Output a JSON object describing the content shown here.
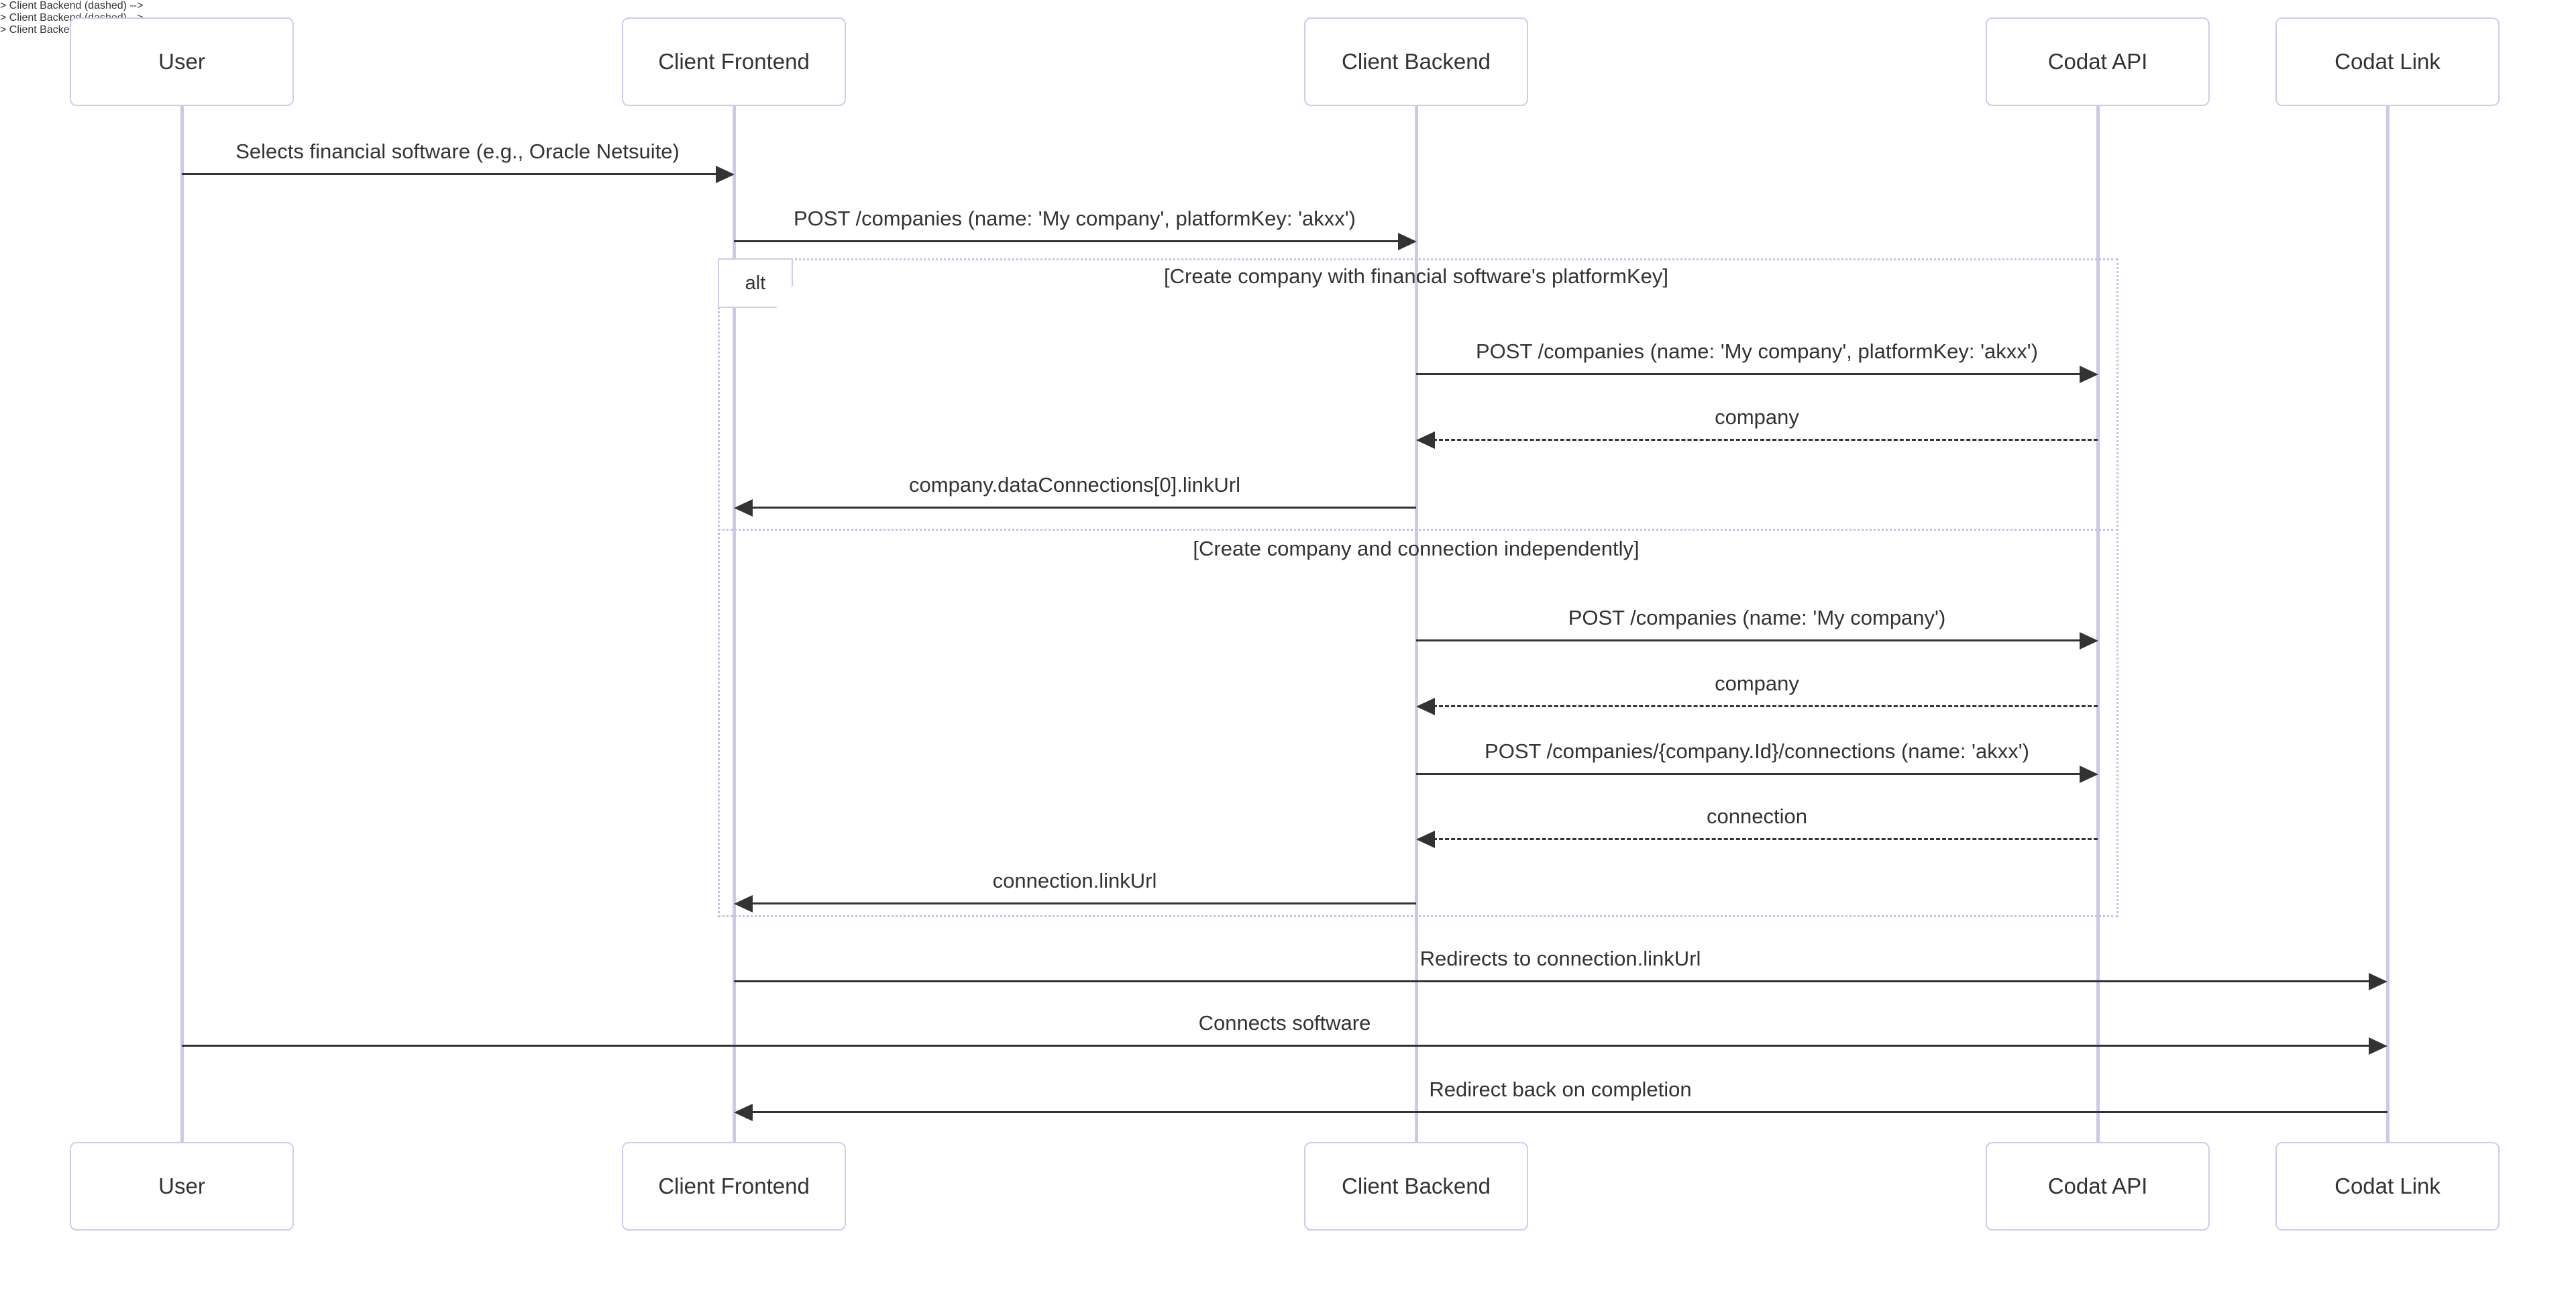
{
  "actors": [
    {
      "label": "User"
    },
    {
      "label": "Client Frontend"
    },
    {
      "label": "Client Backend"
    },
    {
      "label": "Codat API"
    },
    {
      "label": "Codat Link"
    }
  ],
  "alt_frame": {
    "label": "alt",
    "sections": [
      {
        "condition": "[Create company with financial software's platformKey]"
      },
      {
        "condition": "[Create company and connection independently]"
      }
    ]
  },
  "messages": [
    {
      "from": "User",
      "to": "Client Frontend",
      "line": "solid",
      "text": "Selects financial software (e.g., Oracle Netsuite)"
    },
    {
      "from": "Client Frontend",
      "to": "Client Backend",
      "line": "solid",
      "text": "POST /companies (name: 'My company', platformKey: 'akxx')"
    },
    {
      "from": "Client Backend",
      "to": "Codat API",
      "line": "solid",
      "text": "POST /companies (name: 'My company', platformKey: 'akxx')"
    },
    {
      "from": "Codat API",
      "to": "Client Backend",
      "line": "dashed",
      "text": "company"
    },
    {
      "from": "Client Backend",
      "to": "Client Frontend",
      "line": "solid",
      "text": "company.dataConnections[0].linkUrl"
    },
    {
      "from": "Client Backend",
      "to": "Codat API",
      "line": "solid",
      "text": "POST /companies (name: 'My company')"
    },
    {
      "from": "Codat API",
      "to": "Client Backend",
      "line": "dashed",
      "text": "company"
    },
    {
      "from": "Client Backend",
      "to": "Codat API",
      "line": "solid",
      "text": "POST /companies/{company.Id}/connections (name: 'akxx')"
    },
    {
      "from": "Codat API",
      "to": "Client Backend",
      "line": "dashed",
      "text": "connection"
    },
    {
      "from": "Client Backend",
      "to": "Client Frontend",
      "line": "solid",
      "text": "connection.linkUrl"
    },
    {
      "from": "Client Frontend",
      "to": "Codat Link",
      "line": "solid",
      "text": "Redirects to connection.linkUrl"
    },
    {
      "from": "User",
      "to": "Codat Link",
      "line": "solid",
      "text": "Connects software"
    },
    {
      "from": "Codat Link",
      "to": "Client Frontend",
      "line": "solid",
      "text": "Redirect back on completion"
    }
  ],
  "colors": {
    "background": "#ffffff",
    "actor_border": "#ccccef",
    "lifeline": "#c9c9e9",
    "frame_border": "#c0c0e2",
    "arrow": "#333333",
    "text": "#333333"
  }
}
